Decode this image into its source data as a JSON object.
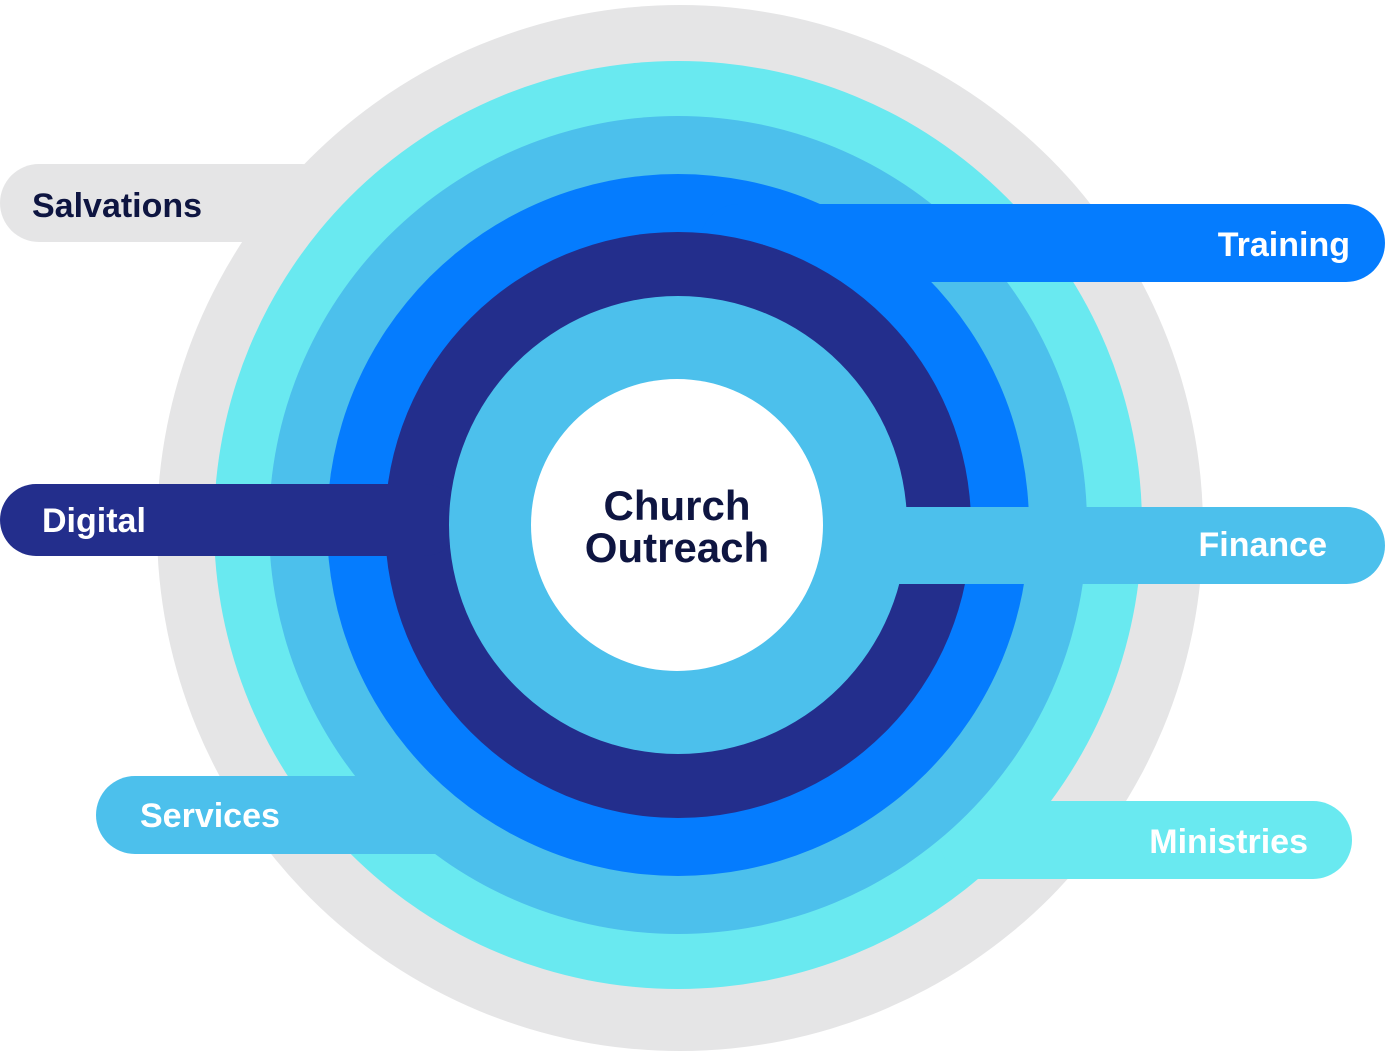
{
  "diagram": {
    "center": {
      "line1": "Church",
      "line2": "Outreach"
    },
    "labels": {
      "salvations": "Salvations",
      "training": "Training",
      "digital": "Digital",
      "finance": "Finance",
      "services": "Services",
      "ministries": "Ministries"
    },
    "colors": {
      "gray": "#e5e5e6",
      "cyan": "#69e9f0",
      "light_blue": "#4cc0ec",
      "blue": "#057cfe",
      "navy": "#232e8c",
      "white": "#ffffff",
      "dark_text": "#0e1541"
    }
  }
}
